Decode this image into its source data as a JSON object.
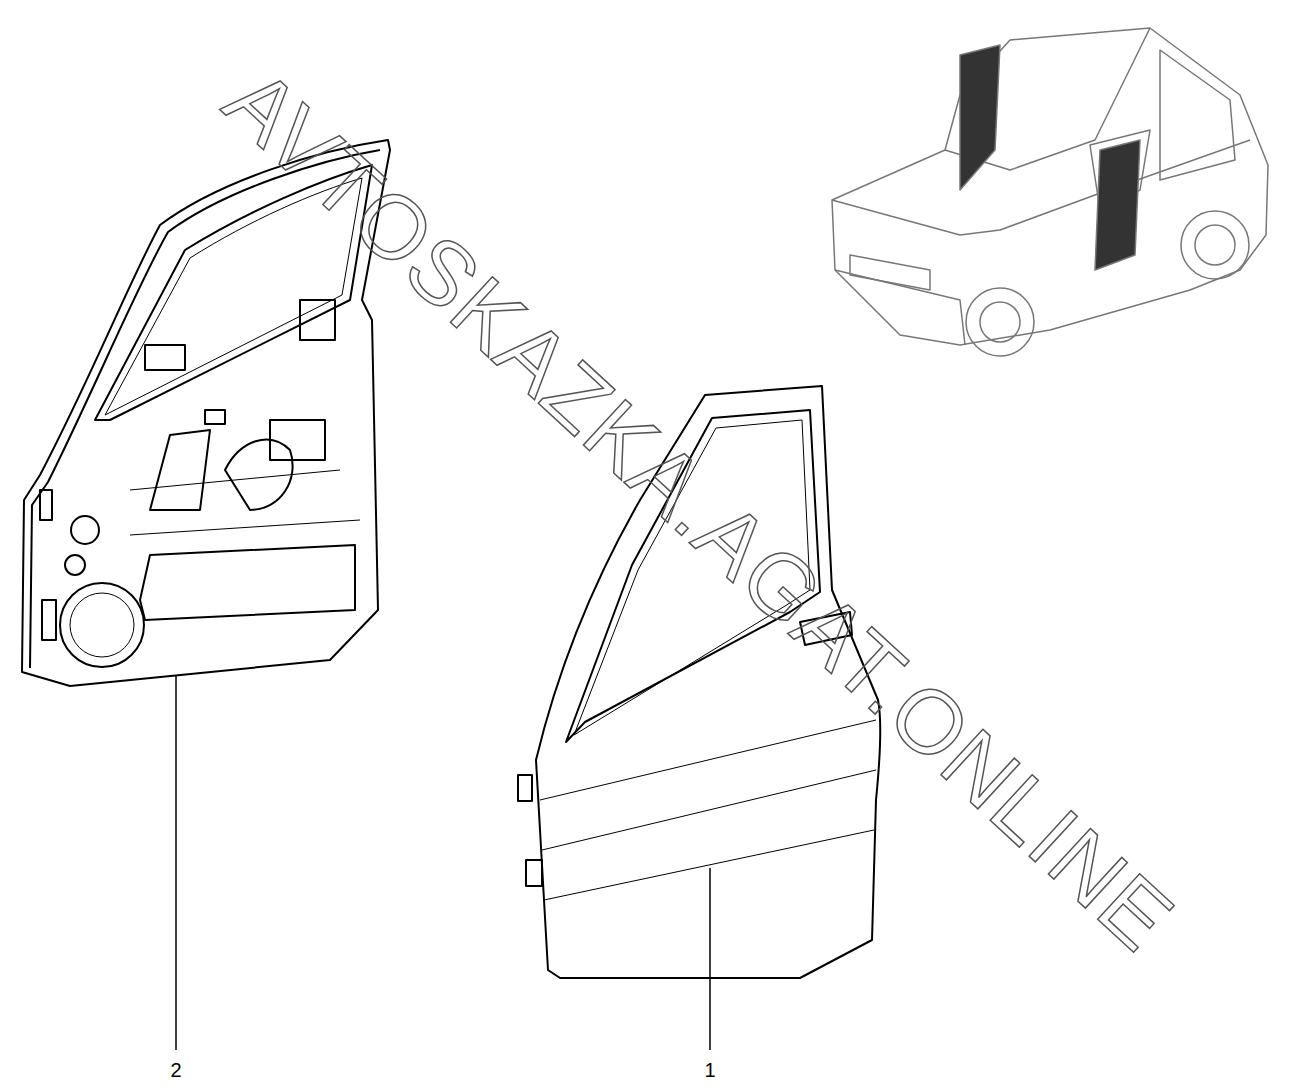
{
  "diagram": {
    "labels": [
      "2",
      "1",
      "AVTOSKAZKA.AGAT.ONLINE"
    ]
  }
}
